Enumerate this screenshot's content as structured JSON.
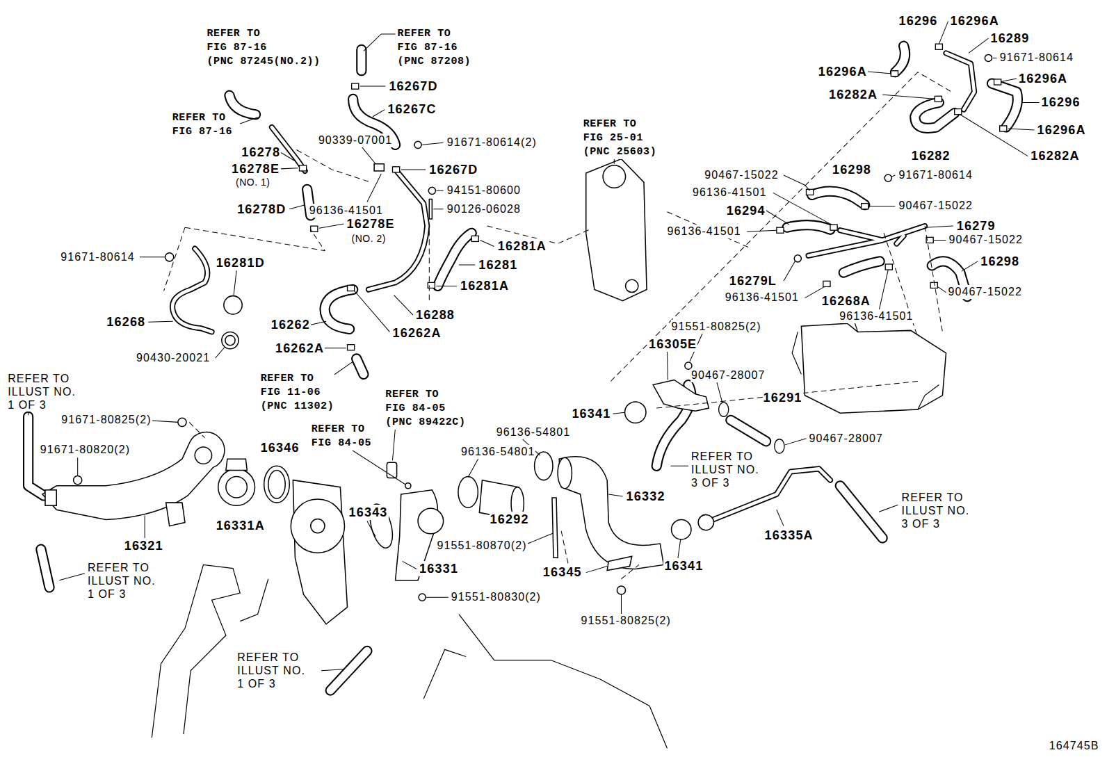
{
  "diagram": {
    "labels": [
      "REFER TO FIG 87-16 (PNC 87245(NO.2))",
      "REFER TO FIG 87-16 (PNC 87208)",
      "16267D",
      "16267C",
      "REFER TO FIG 87-16",
      "90339-07001",
      "91671-80614(2)",
      "16267D",
      "16278",
      "16278E",
      "(NO. 1)",
      "94151-80600",
      "16278D",
      "90126-06028",
      "96136-41501",
      "16278E",
      "(NO. 2)",
      "91671-80614",
      "16281D",
      "16281A",
      "16281",
      "16281A",
      "16268",
      "16262",
      "16288",
      "16262A",
      "16262A",
      "90430-20021",
      "REFER TO FIG 11-06 (PNC 11302)",
      "REFER TO FIG 25-01 (PNC 25603)",
      "16296",
      "16296A",
      "16289",
      "91671-80614",
      "16296A",
      "16296A",
      "16282A",
      "16296",
      "16296A",
      "16282",
      "16282A",
      "90467-15022",
      "16298",
      "91671-80614",
      "96136-41501",
      "90467-15022",
      "16294",
      "96136-41501",
      "16279",
      "90467-15022",
      "16298",
      "16279L",
      "96136-41501",
      "16268A",
      "90467-15022",
      "96136-41501",
      "91551-80825(2)",
      "16305E",
      "90467-28007",
      "16291",
      "16341",
      "90467-28007",
      "REFER TO ILLUST NO. 3 OF 3",
      "REFER TO ILLUST NO. 3 OF 3",
      "16335A",
      "REFER TO ILLUST NO. 1 OF 3",
      "REFER TO FIG 84-05 (PNC 89422C)",
      "91671-80825(2)",
      "16346",
      "REFER TO FIG 84-05",
      "96136-54801",
      "91671-80820(2)",
      "96136-54801",
      "16343",
      "16332",
      "16292",
      "16331A",
      "91551-80870(2)",
      "16321",
      "16341",
      "REFER TO ILLUST NO. 1 OF 3",
      "16331",
      "16345",
      "91551-80830(2)",
      "91551-80825(2)",
      "REFER TO ILLUST NO. 1 OF 3",
      "164745B"
    ]
  }
}
